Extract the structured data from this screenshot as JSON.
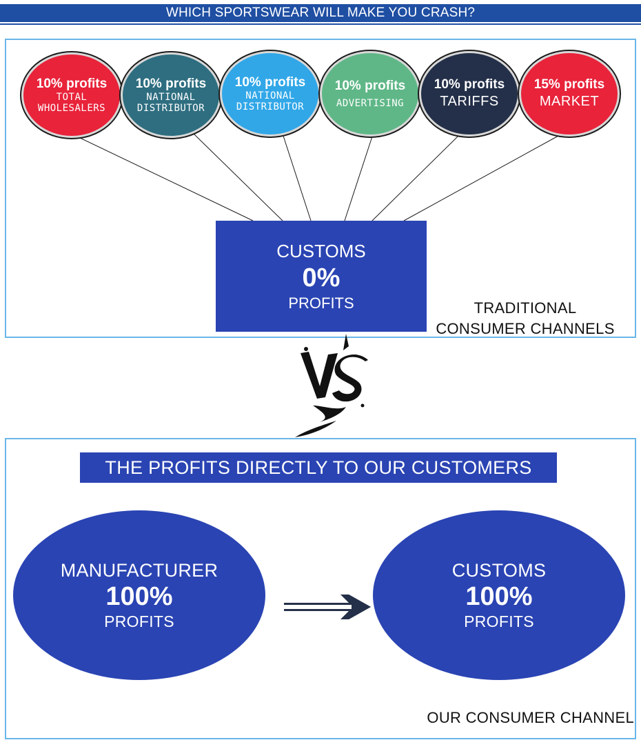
{
  "header": {
    "title": "WHICH SPORTSWEAR WILL MAKE YOU CRASH?"
  },
  "traditional": {
    "circles": [
      {
        "percent": "10% profits",
        "label_lines": [
          "TOTAL",
          "WHOLESALERS"
        ],
        "color": "#e8233a"
      },
      {
        "percent": "10% profits",
        "label_lines": [
          "NATIONAL",
          "DISTRIBUTOR"
        ],
        "color": "#2e6e80"
      },
      {
        "percent": "10% profits",
        "label_lines": [
          "NATIONAL",
          "DISTRIBUTOR"
        ],
        "color": "#31a7e8"
      },
      {
        "percent": "10% profits",
        "label_lines": [
          "ADVERTISING"
        ],
        "color": "#5fb787"
      },
      {
        "percent": "10% profits",
        "label_lines": [
          "TARIFFS"
        ],
        "color": "#243049"
      },
      {
        "percent": "15% profits",
        "label_lines": [
          "MARKET"
        ],
        "color": "#e8233a"
      }
    ],
    "customs_box": {
      "line1": "CUSTOMS",
      "line2": "0%",
      "line3": "PROFITS",
      "color": "#2a44b3"
    },
    "label_line1": "TRADITIONAL",
    "label_line2": "CONSUMER CHANNELS"
  },
  "vs": {
    "text": "VS"
  },
  "ours": {
    "banner": "THE PROFITS DIRECTLY TO OUR CUSTOMERS",
    "manufacturer": {
      "line1": "MANUFACTURER",
      "line2": "100%",
      "line3": "PROFITS"
    },
    "customs": {
      "line1": "CUSTOMS",
      "line2": "100%",
      "line3": "PROFITS"
    },
    "label": "OUR CONSUMER CHANNEL"
  },
  "colors": {
    "brand_blue": "#2a44b3",
    "header_blue": "#1f4fa3",
    "panel_border": "#6ab6e8"
  }
}
